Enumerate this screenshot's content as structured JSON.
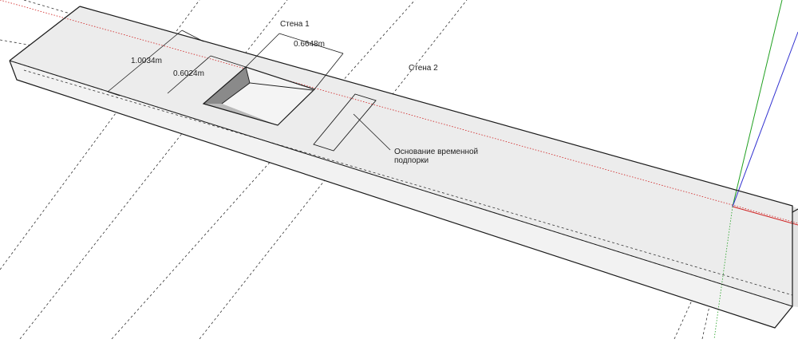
{
  "annotations": {
    "wall_1": "Стена 1",
    "wall_2": "Стена 2",
    "support_base_line1": "Основание временной",
    "support_base_line2": "подпорки"
  },
  "dimensions": {
    "total_width": "1.0034m",
    "inner_width": "0.6024m",
    "opening_length": "0.6648m"
  },
  "colors": {
    "background": "#ffffff",
    "top_face": "#ececec",
    "front_face": "#f2f2f2",
    "right_face": "#e4e4e4",
    "edge": "#1a1a1a",
    "opening_floor": "#f4f4f4",
    "opening_wall_dark": "#8a8a8a",
    "opening_wall_mid": "#b9b9b9",
    "axis_red": "#d02020",
    "axis_green": "#20a020",
    "axis_blue": "#3030d0",
    "guide": "#333333"
  }
}
